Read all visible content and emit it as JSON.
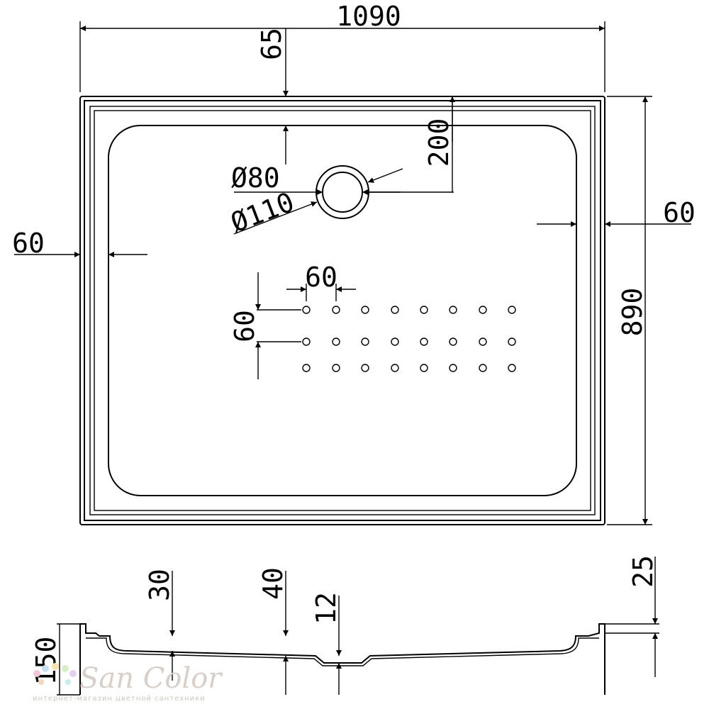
{
  "dimensions": {
    "width": "1090",
    "top_offset": "65",
    "drain_offset": "200",
    "drain_inner": "Ø80",
    "drain_outer": "Ø110",
    "left_rim": "60",
    "right_rim": "60",
    "depth": "890",
    "hole_pitch_x": "60",
    "hole_pitch_y": "60",
    "section_height": "150",
    "section_30": "30",
    "section_40": "40",
    "section_12": "12",
    "section_25": "25"
  },
  "watermark": {
    "brand": "San Color",
    "tagline": "интернет-магазин цветной сантехники"
  },
  "colors": {
    "line": "#000000",
    "watermark": "#d8cfc8"
  }
}
